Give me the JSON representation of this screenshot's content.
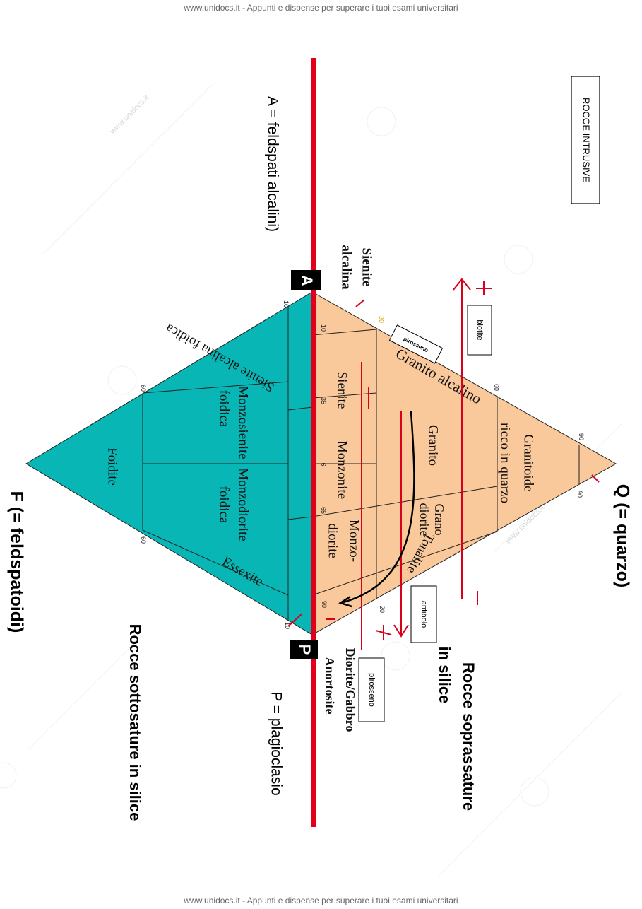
{
  "header_text": "www.unidocs.it - Appunti e dispense per superare i tuoi esami universitari",
  "footer_text": "www.unidocs.it - Appunti e dispense per superare i tuoi esami universitari",
  "watermark": "www.unidocs.it",
  "colors": {
    "upper_triangle": "#f9c89b",
    "lower_triangle": "#08b6b6",
    "axis_line": "#e0001a",
    "annotation": "#d9001a"
  },
  "diagram": {
    "title_box": "ROCCE INTRUSIVE",
    "apex_a": "A",
    "apex_p": "P",
    "label_a": "A = feldspati alcalini)",
    "label_q": "Q (= quarzo)",
    "label_f": "F (= feldspatoidi)",
    "label_p": "P = plagioclasio",
    "upper_group_line1": "Rocce soprassature",
    "upper_group_line2": "in silice",
    "lower_group": "Rocce sottosature in silice",
    "plus_top": "+",
    "minus_top": "-",
    "plus_bottom": "+",
    "minus_bottom": "-"
  },
  "boxes": {
    "biotite": "biotite",
    "pirosseno_top": "pirosseno",
    "anfibolo": "anfibolo",
    "pirosseno_bottom": "pirosseno"
  },
  "ticks": {
    "q_90_a": "90",
    "q_90_b": "90",
    "t20_top": "20",
    "t60_top": "60",
    "t20_bottom": "20",
    "t10_inner": "10",
    "t35": "35",
    "t65": "65",
    "t90": "90",
    "t6": "6",
    "t10_lower_left": "10",
    "t60_lower_left": "60",
    "t60_lower_right": "60",
    "t10_lower_right": "10"
  },
  "fields": {
    "sienite_alcalina_1": "Sienite",
    "sienite_alcalina_2": "alcalina",
    "granito_alcalino": "Granito alcalino",
    "granitoide_1": "Granitoide",
    "granitoide_2": "ricco in quarzo",
    "granito": "Granito",
    "granodiorite_1": "Grano",
    "granodiorite_2": "diorite",
    "tonalite": "Tonalite",
    "sienite": "Sienite",
    "monzonite": "Monzonite",
    "monzodiorite_1": "Monzo-",
    "monzodiorite_2": "diorite",
    "diorite_gabbro": "Diorite/Gabbro",
    "anortosite": "Anortosite",
    "sienite_alcalina_foidica": "Sienite alcalina foidica",
    "monzosienite_1": "Monzosienite",
    "monzosienite_2": "foidica",
    "monzodiorite_foidica_1": "Monzodiorite",
    "monzodiorite_foidica_2": "foidica",
    "foidite": "Foidite",
    "essexite": "Essexite"
  }
}
